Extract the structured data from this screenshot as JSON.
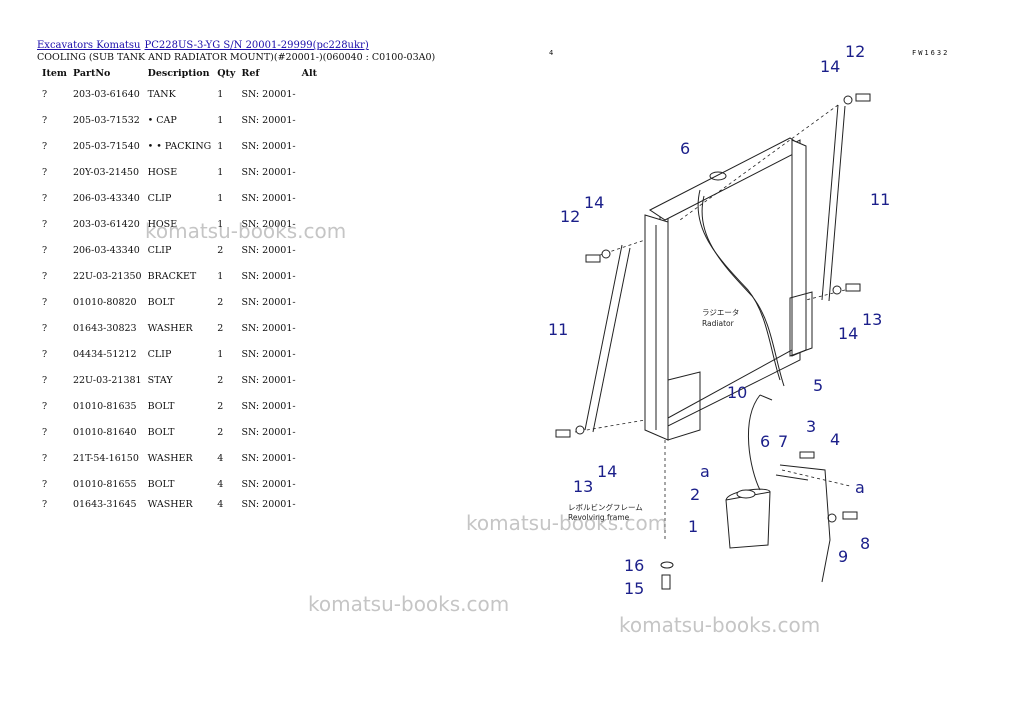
{
  "breadcrumb": {
    "links": [
      "Excavators Komatsu",
      "PC228US-3-YG S/N 20001-29999(pc228ukr)"
    ]
  },
  "page_title": "COOLING (SUB TANK AND RADIATOR MOUNT)(#20001-)(060040 : C0100-03A0)",
  "table": {
    "headers": [
      "Item",
      "PartNo",
      "Description",
      "Qty",
      "Ref",
      "Alt"
    ],
    "rows": [
      [
        "?",
        "203-03-61640",
        "TANK",
        "1",
        "SN: 20001-"
      ],
      [
        "?",
        "205-03-71532",
        "• CAP",
        "1",
        "SN: 20001-"
      ],
      [
        "?",
        "205-03-71540",
        "• • PACKING",
        "1",
        "SN: 20001-"
      ],
      [
        "?",
        "20Y-03-21450",
        "HOSE",
        "1",
        "SN: 20001-"
      ],
      [
        "?",
        "206-03-43340",
        "CLIP",
        "1",
        "SN: 20001-"
      ],
      [
        "?",
        "203-03-61420",
        "HOSE",
        "1",
        "SN: 20001-"
      ],
      [
        "?",
        "206-03-43340",
        "CLIP",
        "2",
        "SN: 20001-"
      ],
      [
        "?",
        "22U-03-21350",
        "BRACKET",
        "1",
        "SN: 20001-"
      ],
      [
        "?",
        "01010-80820",
        "BOLT",
        "2",
        "SN: 20001-"
      ],
      [
        "?",
        "01643-30823",
        "WASHER",
        "2",
        "SN: 20001-"
      ],
      [
        "?",
        "04434-51212",
        "CLIP",
        "1",
        "SN: 20001-"
      ],
      [
        "?",
        "22U-03-21381",
        "STAY",
        "2",
        "SN: 20001-"
      ],
      [
        "?",
        "01010-81635",
        "BOLT",
        "2",
        "SN: 20001-"
      ],
      [
        "?",
        "01010-81640",
        "BOLT",
        "2",
        "SN: 20001-"
      ],
      [
        "?",
        "21T-54-16150",
        "WASHER",
        "4",
        "SN: 20001-"
      ],
      [
        "?",
        "01010-81655",
        "BOLT",
        "4",
        "SN: 20001-"
      ],
      [
        "?",
        "01643-31645",
        "WASHER",
        "4",
        "SN: 20001-"
      ]
    ]
  },
  "diagram": {
    "code": "FW1632",
    "dot": "4",
    "radiator_jp": "ラジエータ",
    "radiator_en": "Radiator",
    "frame_jp": "レボルビングフレーム",
    "frame_en": "Revolving frame",
    "callout_a": "a",
    "callouts": [
      "1",
      "2",
      "3",
      "4",
      "5",
      "6",
      "6",
      "7",
      "8",
      "9",
      "10",
      "11",
      "11",
      "12",
      "12",
      "13",
      "13",
      "14",
      "14",
      "14",
      "14",
      "15",
      "16"
    ]
  },
  "watermark": "komatsu-books.com",
  "colors": {
    "link": "#1a0dab",
    "callout": "#1b1f8a",
    "watermark": "#969696"
  }
}
